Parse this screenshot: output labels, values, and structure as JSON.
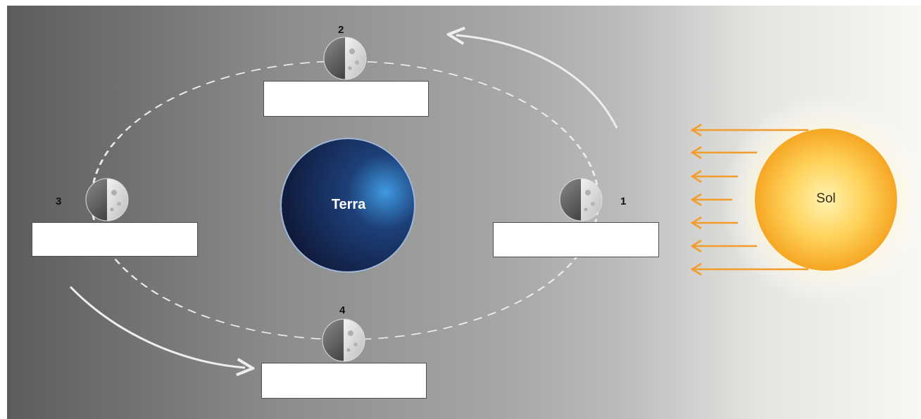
{
  "earth": {
    "label": "Terra",
    "color": "#1a2a55"
  },
  "sun": {
    "label": "Sol",
    "color": "#f7b32b"
  },
  "moons": [
    {
      "number": "1"
    },
    {
      "number": "2"
    },
    {
      "number": "3"
    },
    {
      "number": "4"
    }
  ],
  "colors": {
    "light_rays": "#f39c2a",
    "orbit": "#ececec",
    "motion_arrow": "#eeeeee"
  }
}
